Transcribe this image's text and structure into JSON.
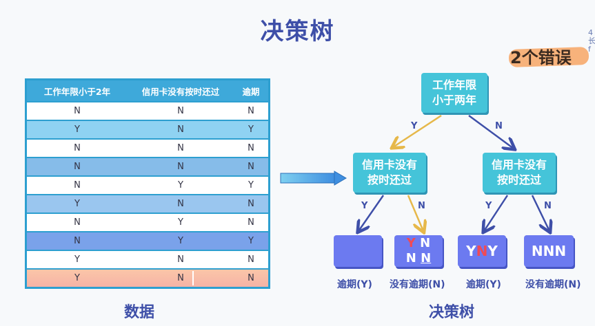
{
  "title": "决策树",
  "badge": "2个错误",
  "table": {
    "headers": [
      "工作年限小于2年",
      "信用卡没有按时还过",
      "逾期"
    ],
    "rows": [
      [
        "N",
        "N",
        "N"
      ],
      [
        "Y",
        "N",
        "Y"
      ],
      [
        "N",
        "N",
        "N"
      ],
      [
        "N",
        "N",
        "N"
      ],
      [
        "N",
        "Y",
        "Y"
      ],
      [
        "Y",
        "N",
        "N"
      ],
      [
        "N",
        "Y",
        "N"
      ],
      [
        "N",
        "Y",
        "Y"
      ],
      [
        "Y",
        "N",
        "N"
      ],
      [
        "Y",
        "N",
        "N"
      ]
    ],
    "caption": "数据"
  },
  "tree": {
    "root": "工作年限\n小于两年",
    "left_node": "信用卡没有\n按时还过",
    "right_node": "信用卡没有\n按时还过",
    "edge_labels": {
      "root_left": "Y",
      "root_right": "N",
      "left_left": "Y",
      "left_right": "N",
      "right_left": "Y",
      "right_right": "N"
    },
    "leaves": [
      {
        "label": "逾期(Y)",
        "content": ""
      },
      {
        "label": "没有逾期(N)",
        "content_top": [
          "Y",
          "N"
        ],
        "content_bottom": [
          "N",
          "N"
        ]
      },
      {
        "label": "逾期(Y)",
        "content": [
          "Y",
          "N",
          "Y"
        ]
      },
      {
        "label": "没有逾期(N)",
        "content": [
          "N",
          "N",
          "N"
        ]
      }
    ],
    "caption": "决策树"
  },
  "colors": {
    "title": "#3e4fa8",
    "node": "#45c4d9",
    "leaf": "#6c7af0",
    "arrow_yes_left": "#e6b84a",
    "arrow_no": "#3e4fa8",
    "error_mark": "#f04a56"
  }
}
